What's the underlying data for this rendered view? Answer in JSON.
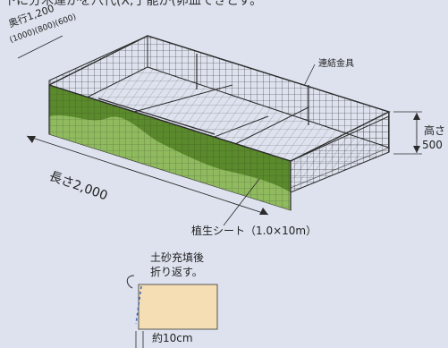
{
  "top_caption": "下に分木運かを八代(X,于能が(卯皿できとす。",
  "depth_label": "奥行1,200",
  "depth_options": "(1000)(800)(600)",
  "joint_label": "連結金具",
  "height_label": "高さ",
  "height_value": "500",
  "length_label": "長さ2,000",
  "sheet_label": "植生シート（1.0×10m）",
  "fill_note_line1": "土砂充填後",
  "fill_note_line2": "折り返す。",
  "approx_label": "約10cm",
  "colors": {
    "background": "#dde2ee",
    "grid_line": "#2b2b2b",
    "green_sheet": "#5a8a2b",
    "green_light": "#9cc66b",
    "soil_box": "#f5deb3",
    "dashed_fold": "#3a64b8"
  }
}
